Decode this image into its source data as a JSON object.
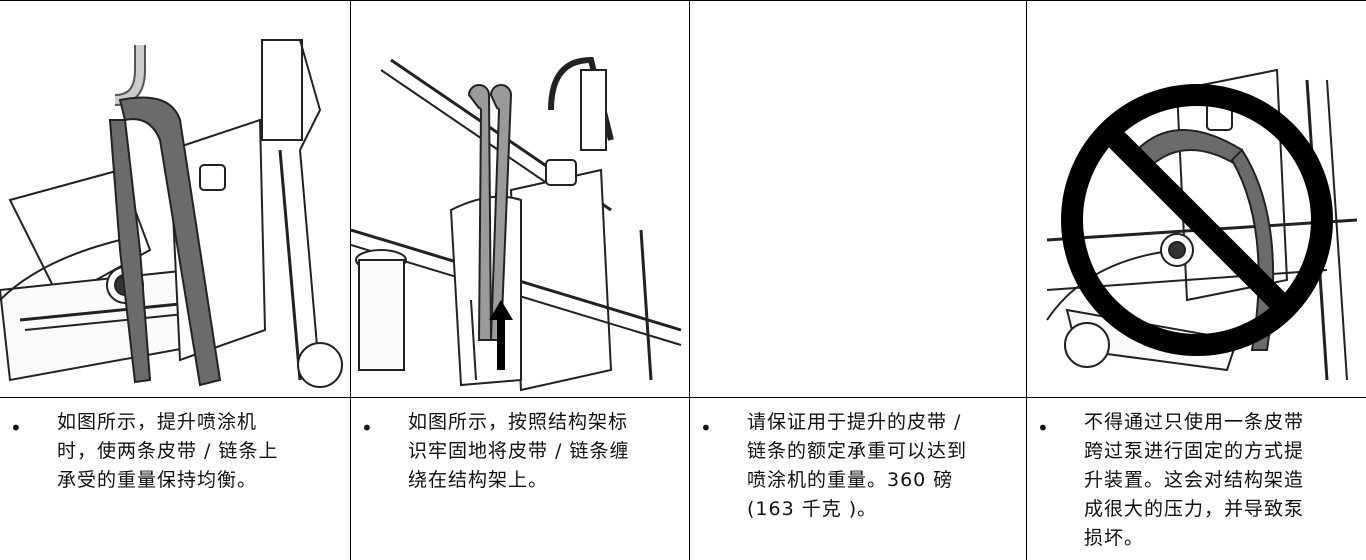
{
  "captions": [
    {
      "bullet": "•",
      "text": "如图所示，提升喷涂机\n时，使两条皮带 / 链条上\n承受的重量保持均衡。"
    },
    {
      "bullet": "•",
      "text": "如图所示，按照结构架标\n识牢固地将皮带 / 链条缠\n绕在结构架上。"
    },
    {
      "bullet": "•",
      "text": "请保证用于提升的皮带 /\n链条的额定承重可以达到\n喷涂机的重量。360 磅\n(163 千克 )。"
    },
    {
      "bullet": "•",
      "text": "不得通过只使用一条皮带\n跨过泵进行固定的方式提\n升装置。这会对结构架造\n成很大的压力，并导致泵\n损坏。"
    }
  ],
  "figures": [
    {
      "icon": "lifting-two-straps-illustration"
    },
    {
      "icon": "strap-wrapped-frame-illustration"
    },
    {
      "icon": "empty-figure-cell"
    },
    {
      "icon": "prohibited-single-strap-illustration"
    }
  ]
}
